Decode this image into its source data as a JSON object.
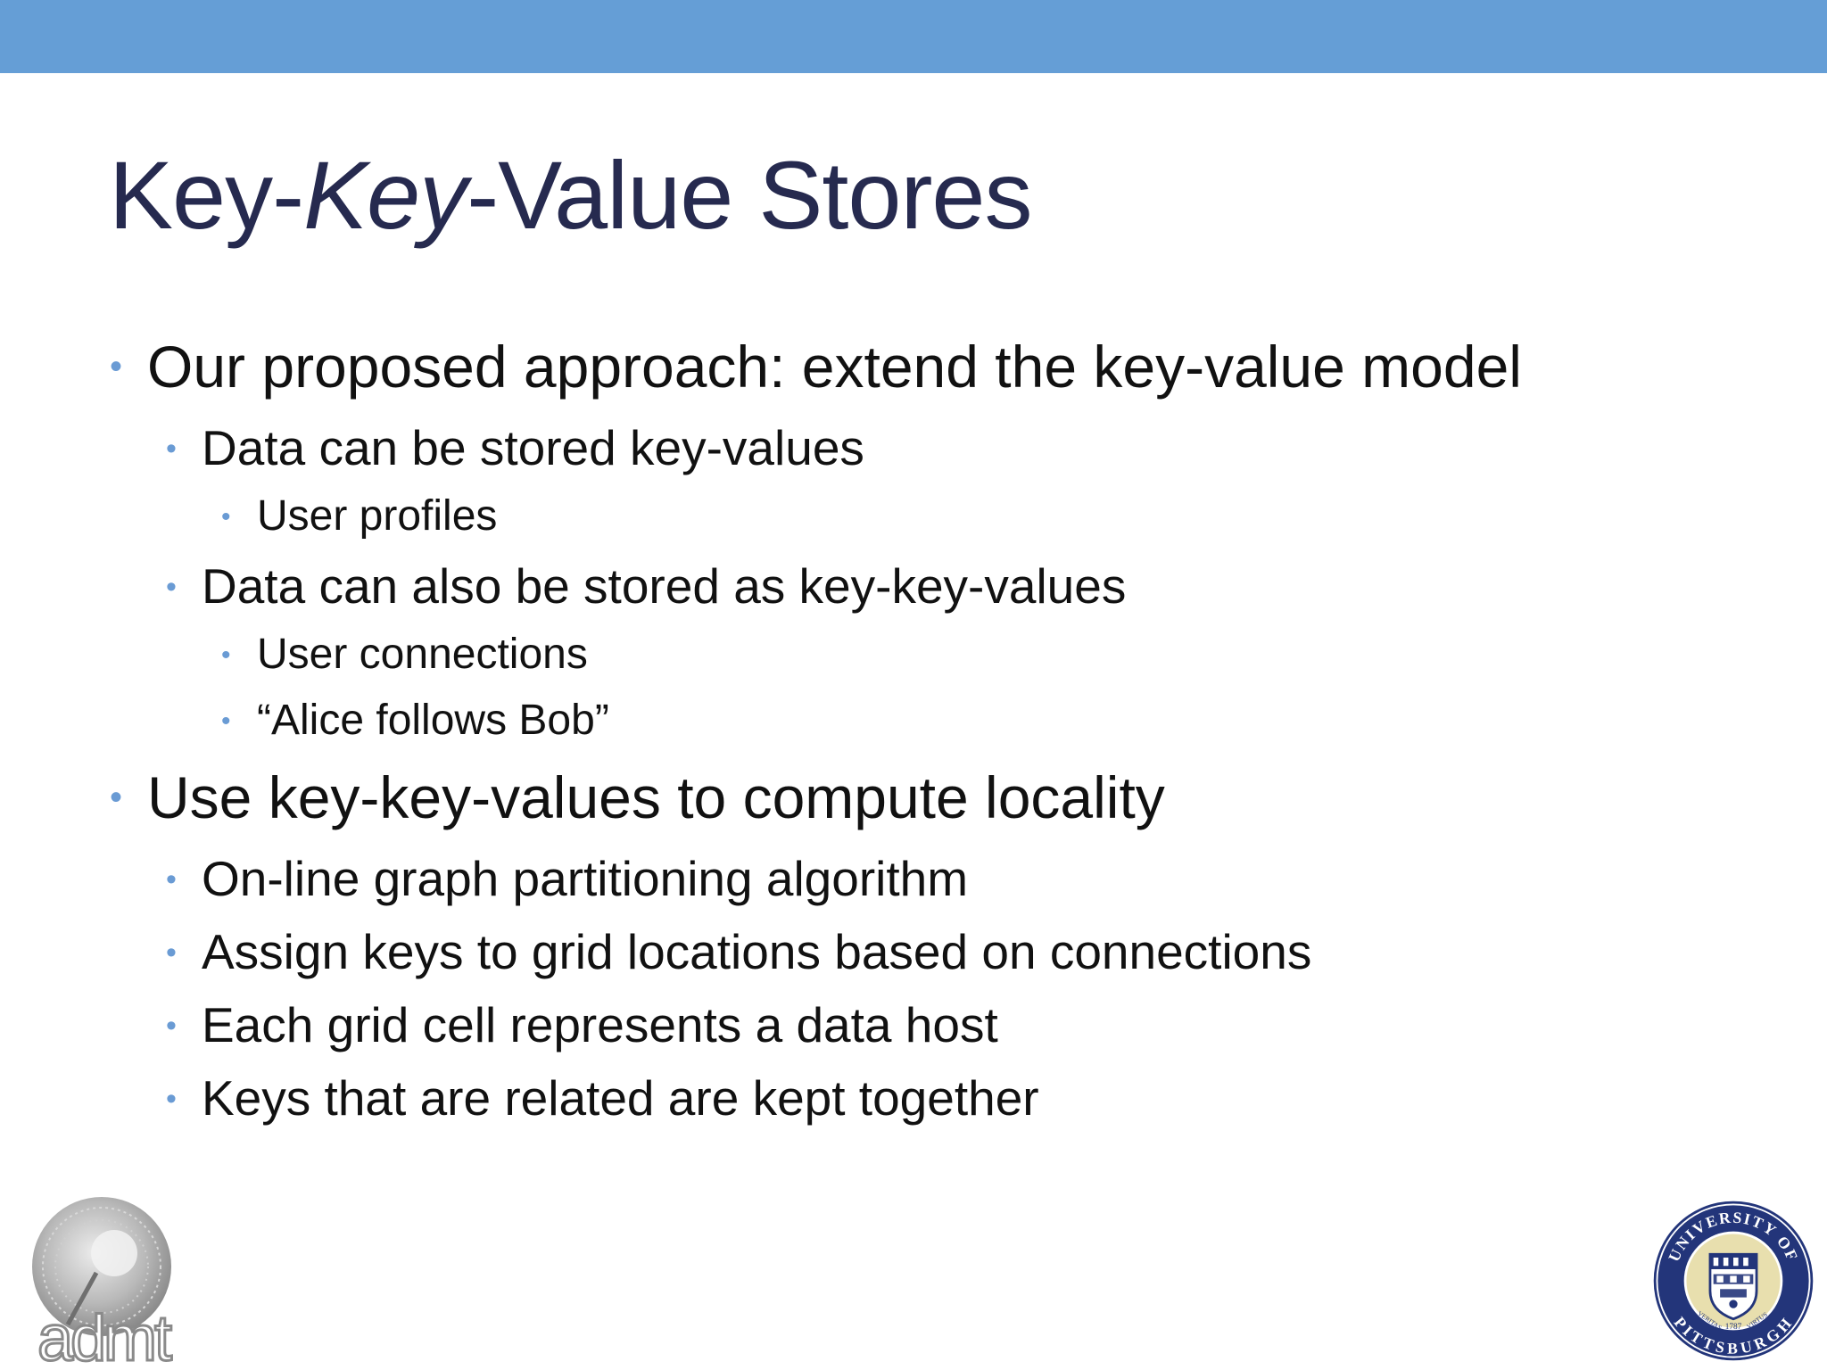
{
  "colors": {
    "top_bar": "#659ed6",
    "title": "#262a4f",
    "bullet": "#6a9bd4",
    "text": "#111111"
  },
  "title": {
    "part1": "Key-",
    "part2_italic": "Key",
    "part3": "-Value Stores"
  },
  "bullets": {
    "b1": "Our proposed approach: extend the key-value model",
    "b1_1": "Data can be stored key-values",
    "b1_1_1": "User profiles",
    "b1_2": "Data can also be stored as key-key-values",
    "b1_2_1": "User connections",
    "b1_2_2": "“Alice follows Bob”",
    "b2": "Use key-key-values to compute locality",
    "b2_1": "On-line graph partitioning algorithm",
    "b2_2": "Assign keys to grid locations based on connections",
    "b2_3": "Each grid cell represents a data host",
    "b2_4": "Keys that are related are kept together"
  },
  "logos": {
    "left": {
      "icon": "admt-logo",
      "text": "admt"
    },
    "right": {
      "icon": "university-of-pittsburgh-seal",
      "ring_top": "UNIVERSITY OF",
      "ring_bottom": "PITTSBURGH",
      "year": "1787",
      "motto_left": "VERITAS",
      "motto_right": "VIRTUS"
    }
  }
}
